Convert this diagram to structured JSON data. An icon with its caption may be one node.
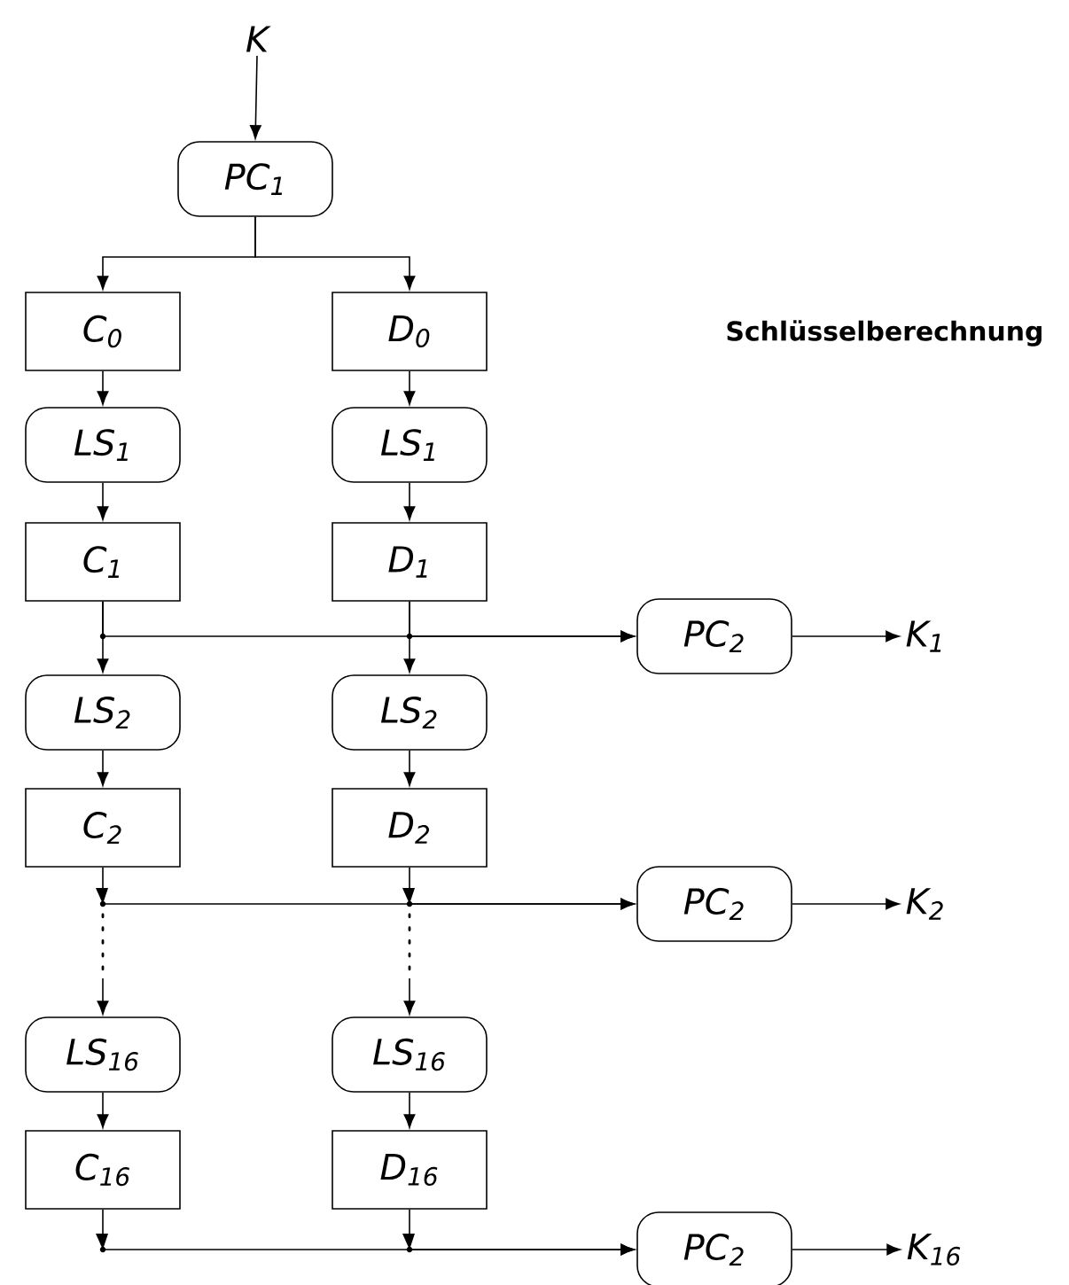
{
  "diagram": {
    "title": "Schlüsselberechnung",
    "nodes": [
      {
        "text": [
          "K"
        ]
      },
      {
        "text": [
          "PC$_{1}$"
        ]
      },
      {
        "text": [
          "C$_{0}$"
        ]
      },
      {
        "text": [
          "D$_{0}$"
        ]
      },
      {
        "text": [
          "LS$_{1}$"
        ]
      },
      {
        "text": [
          "LS$_{1}$"
        ]
      },
      {
        "text": [
          "C$_{1}$"
        ]
      },
      {
        "text": [
          "D$_{1}$"
        ]
      },
      {
        "text": [
          "PC$_{2}$"
        ]
      },
      {
        "text": [
          "K$_{1}$"
        ]
      },
      {
        "text": [
          "LS$_{2}$"
        ]
      },
      {
        "text": [
          "LS$_{2}$"
        ]
      },
      {
        "text": [
          "C$_{2}$"
        ]
      },
      {
        "text": [
          "D$_{2}$"
        ]
      },
      {
        "text": [
          "PC$_{2}$"
        ]
      },
      {
        "text": [
          "K$_{2}$"
        ]
      },
      {
        "text": [
          "LS$_{16}$"
        ]
      },
      {
        "text": [
          "LS$_{16}$"
        ]
      },
      {
        "text": [
          "C$_{16}$"
        ]
      },
      {
        "text": [
          "D$_{16}$"
        ]
      },
      {
        "text": [
          "PC$_{2}$"
        ]
      },
      {
        "text": [
          "K$_{16}$"
        ]
      }
    ],
    "edges": [
      {
        "from": 0,
        "to": 1,
        "arrow": "to"
      },
      {
        "from": 1,
        "to": 2,
        "arrow": "to"
      },
      {
        "from": 1,
        "to": 3,
        "arrow": "to"
      },
      {
        "from": 2,
        "to": 4,
        "arrow": "to"
      },
      {
        "from": 3,
        "to": 5,
        "arrow": "to"
      },
      {
        "from": 4,
        "to": 6,
        "arrow": "to"
      },
      {
        "from": 5,
        "to": 7,
        "arrow": "to"
      },
      {
        "from": 6,
        "to": 8,
        "arrow": "to"
      },
      {
        "from": 7,
        "to": 8,
        "arrow": "to"
      },
      {
        "from": 6,
        "to": 10,
        "arrow": "to"
      },
      {
        "from": 7,
        "to": 11,
        "arrow": "to"
      },
      {
        "from": 8,
        "to": 9,
        "arrow": "to"
      },
      {
        "from": 10,
        "to": 12,
        "arrow": "to"
      },
      {
        "from": 11,
        "to": 13,
        "arrow": "to"
      },
      {
        "from": 12,
        "to": 14,
        "arrow": "to"
      },
      {
        "from": 13,
        "to": 14,
        "arrow": "to"
      },
      {
        "from": 14,
        "to": 15,
        "arrow": "to"
      },
      {
        "from": null,
        "to": 16,
        "arrow": "to"
      },
      {
        "from": null,
        "to": 17,
        "arrow": "to"
      },
      {
        "from": 16,
        "to": 18,
        "arrow": "to"
      },
      {
        "from": 17,
        "to": 19,
        "arrow": "to"
      },
      {
        "from": 18,
        "to": 20,
        "arrow": "to"
      },
      {
        "from": 19,
        "to": 20,
        "arrow": "to"
      },
      {
        "from": 20,
        "to": 21,
        "arrow": "to"
      }
    ]
  }
}
